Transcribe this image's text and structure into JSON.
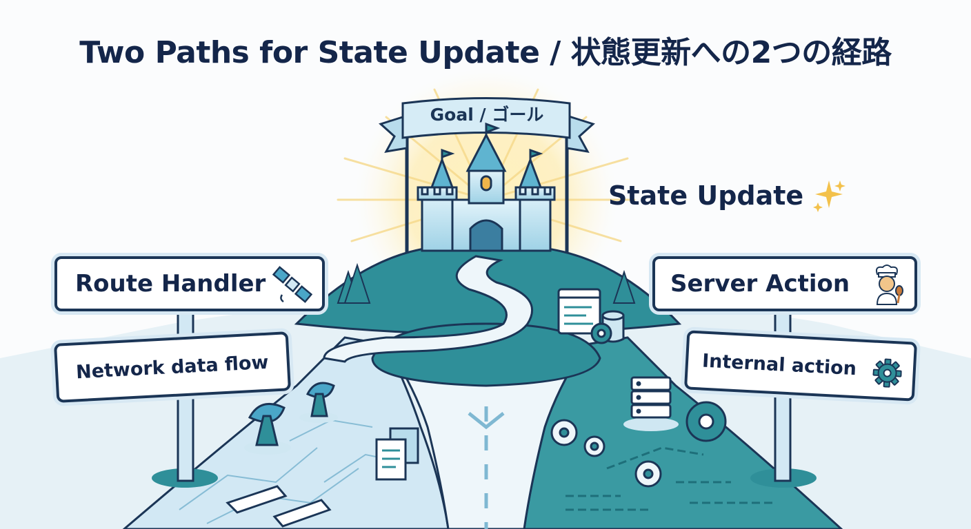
{
  "title": "Two Paths for State Update / 状態更新への2つの経路",
  "goal_banner": "Goal / ゴール",
  "state_update": {
    "label": "State Update",
    "icon": "sparkles-icon"
  },
  "left_path": {
    "sign_main": "Route Handler",
    "sign_main_icon": "satellite-icon",
    "sign_sub": "Network data flow",
    "icons": [
      "satellite-dish-icon",
      "document-icon",
      "paper-icon"
    ]
  },
  "right_path": {
    "sign_main": "Server Action",
    "sign_main_icon": "chef-icon",
    "sign_sub": "Internal action",
    "sign_sub_icon": "gear-icon",
    "icons": [
      "server-rack-icon",
      "gear-icon",
      "code-window-icon",
      "database-icon"
    ]
  },
  "colors": {
    "title": "#14264a",
    "hill": "#2f8f99",
    "left_road": "#d2e8f4",
    "right_road": "#3a9aa2",
    "sign_border": "#1b3556",
    "sparkle": "#f3c14b"
  }
}
